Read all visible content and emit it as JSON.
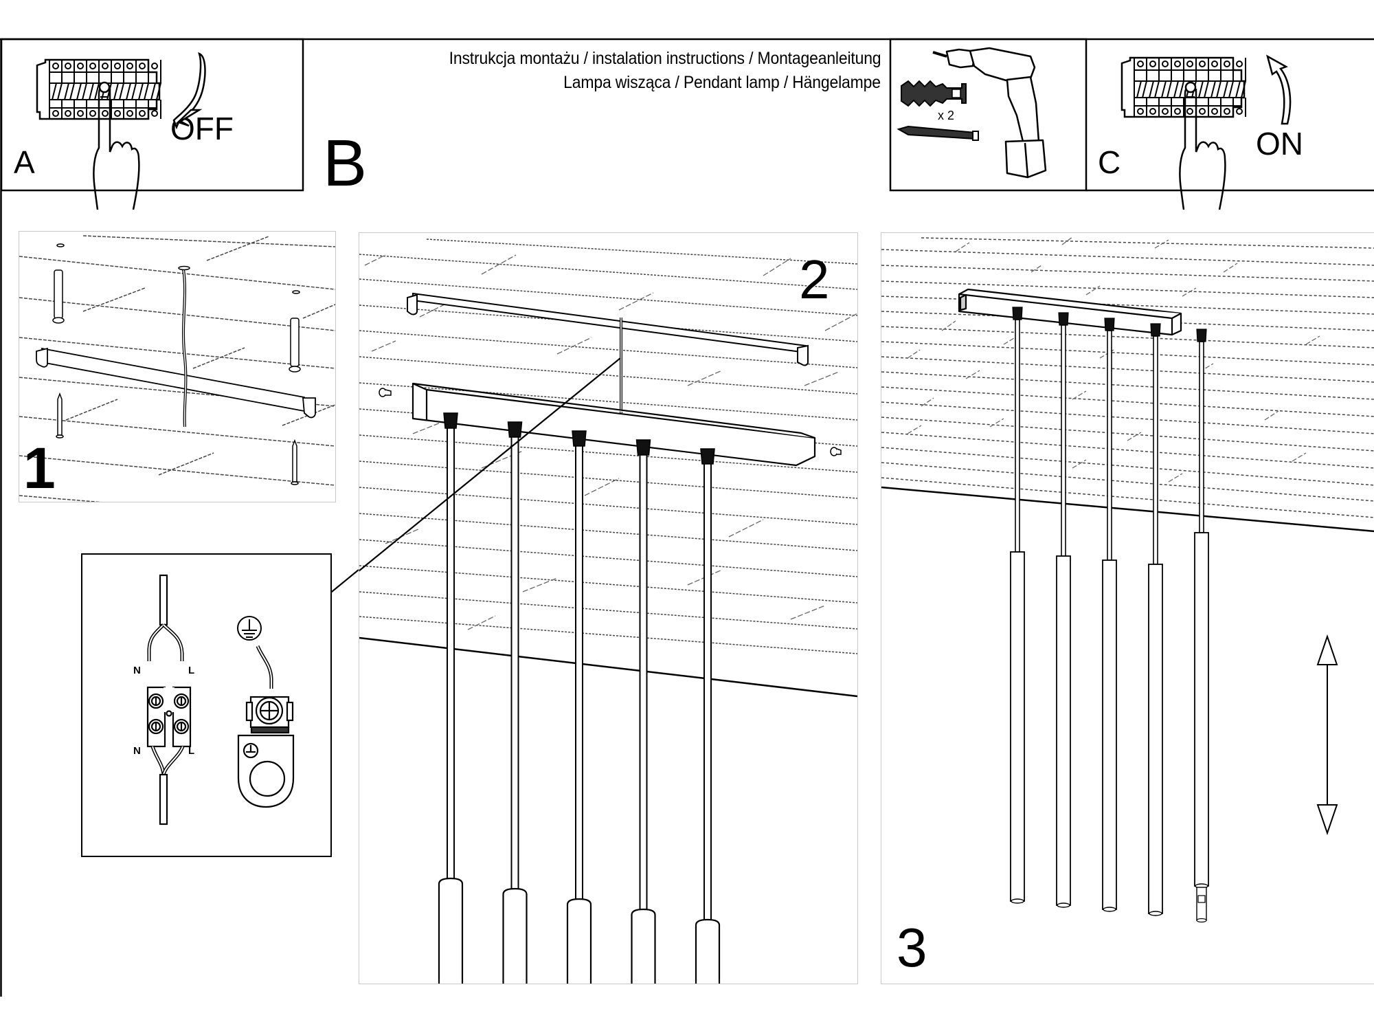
{
  "header": {
    "title_line1": "Instrukcja montażu / instalation instructions / Montageanleitung",
    "title_line2": "Lampa wisząca / Pendant lamp / Hängelampe"
  },
  "steps": {
    "a": {
      "letter": "A",
      "action": "OFF",
      "icon": "circuit-breaker-icon"
    },
    "b": {
      "letter": "B"
    },
    "tools": {
      "quantity": "x 2",
      "icons": [
        "wall-plug-icon",
        "screw-icon",
        "drill-icon"
      ]
    },
    "c": {
      "letter": "C",
      "action": "ON",
      "icon": "circuit-breaker-icon"
    }
  },
  "panels": [
    {
      "number": "1",
      "description": "mounting-bracket-to-ceiling"
    },
    {
      "number": "2",
      "description": "attach-canopy-with-5-pendants"
    },
    {
      "number": "3",
      "description": "adjust-pendant-height"
    }
  ],
  "wiring_detail": {
    "neutral_label": "N",
    "live_label": "L",
    "earth_symbol": "earth-ground-icon"
  },
  "pendant_count": 5
}
